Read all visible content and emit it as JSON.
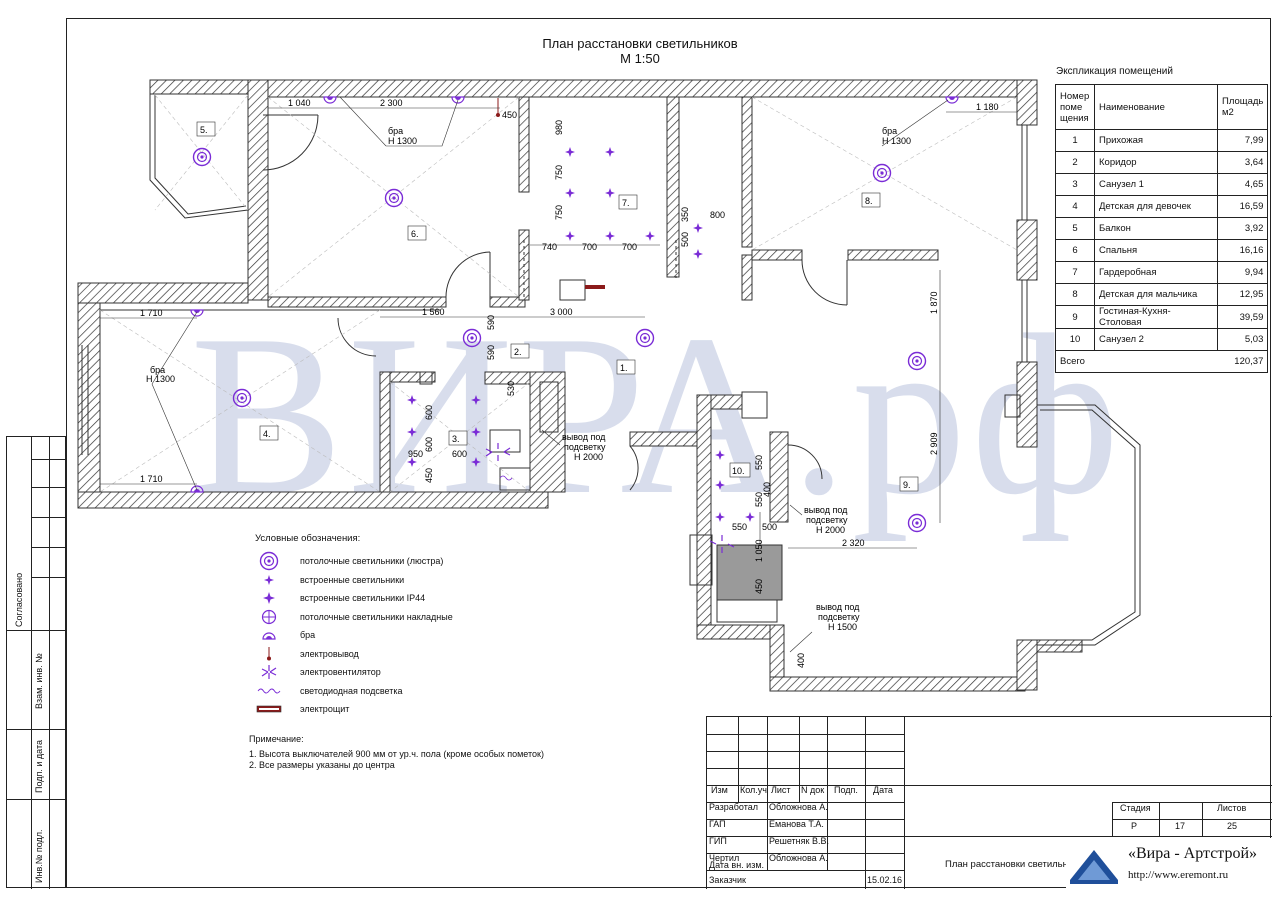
{
  "title": {
    "line1": "План расстановки светильников",
    "line2": "М 1:50"
  },
  "watermark": "ВИРА.рф",
  "explication": {
    "title": "Экспликация помещений",
    "headers": {
      "num": "Номер поме щения",
      "name": "Наименование",
      "area": "Площадь м2"
    },
    "rows": [
      {
        "num": "1",
        "name": "Прихожая",
        "area": "7,99"
      },
      {
        "num": "2",
        "name": "Коридор",
        "area": "3,64"
      },
      {
        "num": "3",
        "name": "Санузел 1",
        "area": "4,65"
      },
      {
        "num": "4",
        "name": "Детская для девочек",
        "area": "16,59"
      },
      {
        "num": "5",
        "name": "Балкон",
        "area": "3,92"
      },
      {
        "num": "6",
        "name": "Спальня",
        "area": "16,16"
      },
      {
        "num": "7",
        "name": "Гардеробная",
        "area": "9,94"
      },
      {
        "num": "8",
        "name": "Детская для мальчика",
        "area": "12,95"
      },
      {
        "num": "9",
        "name": "Гостиная-Кухня-Столовая",
        "area": "39,59"
      },
      {
        "num": "10",
        "name": "Санузел 2",
        "area": "5,03"
      }
    ],
    "total_label": "Всего",
    "total_area": "120,37"
  },
  "rooms": [
    "1.",
    "2.",
    "3.",
    "4.",
    "5.",
    "6.",
    "7.",
    "8.",
    "9.",
    "10."
  ],
  "dimensions": [
    "1 040",
    "2 300",
    "450",
    "980",
    "750",
    "750",
    "740",
    "700",
    "700",
    "350",
    "800",
    "500",
    "1 180",
    "1 710",
    "1 560",
    "3 000",
    "590",
    "590",
    "1 870",
    "530",
    "600",
    "600",
    "950",
    "600",
    "450",
    "1 710",
    "2 909",
    "550",
    "400",
    "550",
    "550",
    "500",
    "1 050",
    "450",
    "2 320",
    "400"
  ],
  "annotations": {
    "bra1": "бра",
    "bra1_h": "Н 1300",
    "bra2": "бра",
    "bra2_h": "Н 1300",
    "bra3": "бра",
    "bra3_h": "Н 1300",
    "out1": "вывод под",
    "out1_b": "подсветку",
    "out1_h": "Н 2000",
    "out2": "вывод под",
    "out2_b": "подсветку",
    "out2_h": "Н 2000",
    "out3": "вывод под",
    "out3_b": "подсветку",
    "out3_h": "Н 1500"
  },
  "legend": {
    "title": "Условные обозначения:",
    "items": [
      {
        "icon": "chandelier-icon",
        "text": "потолочные светильники (люстра)"
      },
      {
        "icon": "recessed-light-icon",
        "text": "встроенные светильники"
      },
      {
        "icon": "recessed-ip44-icon",
        "text": "встроенные светильники IP44"
      },
      {
        "icon": "surface-light-icon",
        "text": "потолочные светильники накладные"
      },
      {
        "icon": "wall-lamp-icon",
        "text": "бра"
      },
      {
        "icon": "electric-outlet-icon",
        "text": "электровывод"
      },
      {
        "icon": "fan-icon",
        "text": "электровентилятор"
      },
      {
        "icon": "led-strip-icon",
        "text": "светодиодная подсветка"
      },
      {
        "icon": "panel-icon",
        "text": "электрощит"
      }
    ]
  },
  "note": {
    "title": "Примечание:",
    "line1": "1. Высота выключателей 900 мм от ур.ч. пола (кроме особых пометок)",
    "line2": "2. Все размеры указаны до центра"
  },
  "side_strip": {
    "agreed": "Согласовано",
    "inv_zam": "Взам. инв. №",
    "sign_date": "Подп. и дата",
    "inv_orig": "Инв.№ подл."
  },
  "stamp": {
    "col_headers": [
      "Изм",
      "Кол.уч",
      "Лист",
      "N док",
      "Подп.",
      "Дата"
    ],
    "rows": [
      {
        "role": "Разработал",
        "person": "Обложнова А."
      },
      {
        "role": "ГАП",
        "person": "Еманова Т.А."
      },
      {
        "role": "ГИП",
        "person": "Решетняк В.В."
      },
      {
        "role": "Чертил",
        "person": "Обложнова А."
      },
      {
        "role": "Дата вн. изм.",
        "person": ""
      },
      {
        "role": "Заказчик",
        "person": ""
      }
    ],
    "date": "15.02.16",
    "stage_label": "Стадия",
    "stage": "Р",
    "sheet": "17",
    "sheets_label": "Листов",
    "sheets": "25",
    "sheet_title": "План расстановки светильни"
  },
  "logo": {
    "name": "«Вира - Артстрой»",
    "site": "http://www.eremont.ru"
  },
  "colors": {
    "accent": "#7a2cd6",
    "wall_hatch": "#333333",
    "panel": "#8b1a1a",
    "watermark": "#a9b6d6"
  }
}
